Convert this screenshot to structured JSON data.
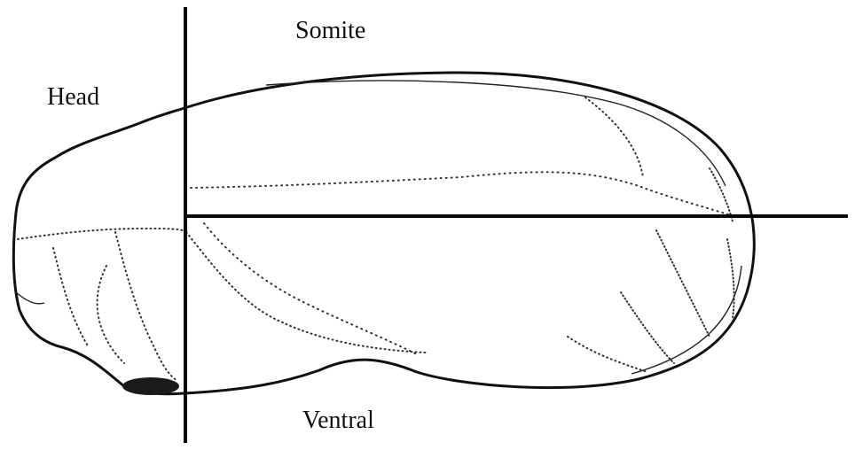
{
  "labels": {
    "somite": "Somite",
    "head": "Head",
    "ventral": "Ventral"
  },
  "colors": {
    "ink": "#111111",
    "background": "#ffffff"
  }
}
